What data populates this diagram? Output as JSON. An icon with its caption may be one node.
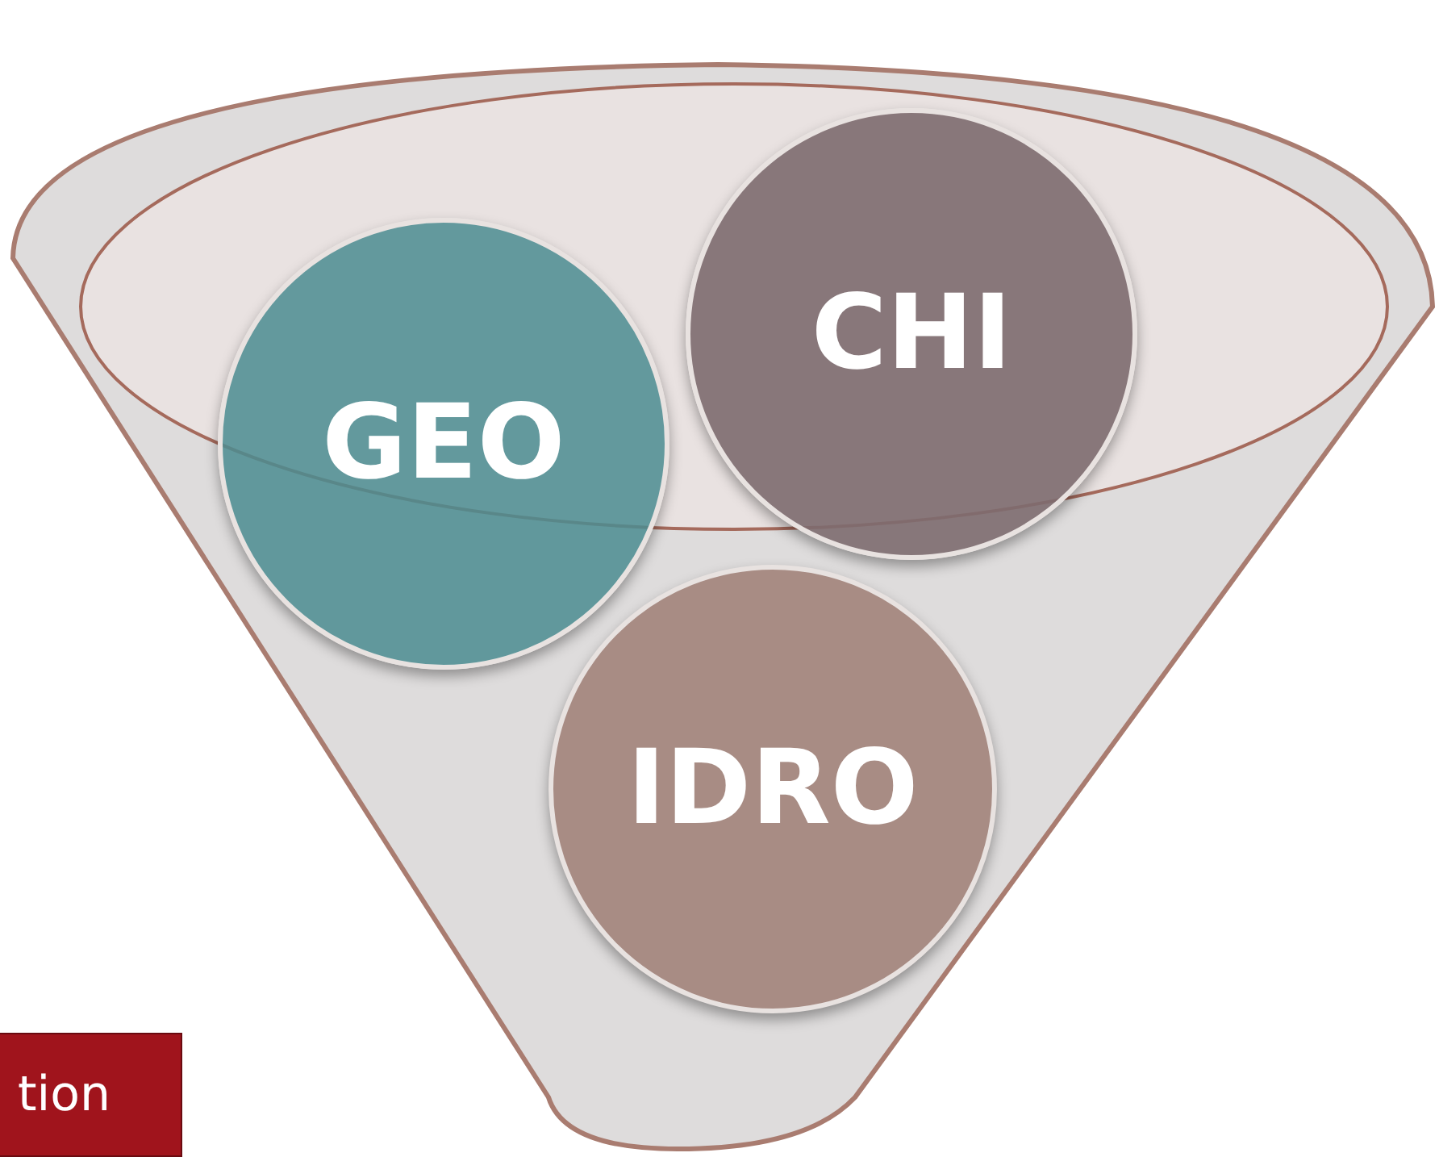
{
  "diagram": {
    "nodes": [
      {
        "text": [],
        "shape": "funnel"
      },
      {
        "text": [
          "GEO"
        ],
        "in": 0
      },
      {
        "text": [
          "CHI"
        ],
        "in": 0
      },
      {
        "text": [
          "IDRO"
        ],
        "in": 0
      },
      {
        "text": [
          "tion"
        ]
      }
    ]
  }
}
